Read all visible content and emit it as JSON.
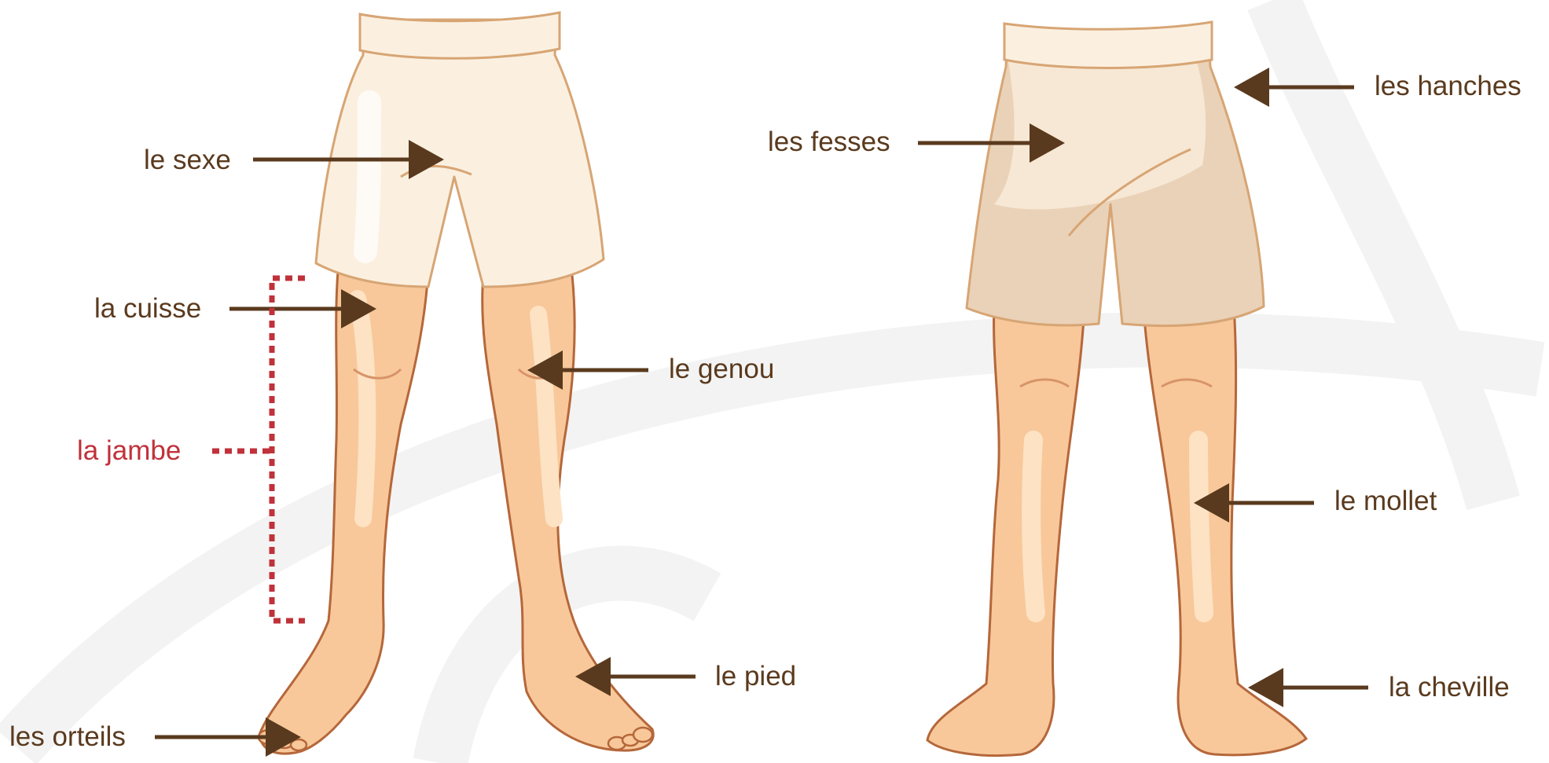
{
  "labels": {
    "sexe": "le sexe",
    "cuisse": "la cuisse",
    "jambe": "la jambe",
    "orteils": "les orteils",
    "genou": "le genou",
    "pied": "le pied",
    "fesses": "les fesses",
    "hanches": "les hanches",
    "mollet": "le mollet",
    "cheville": "la cheville"
  },
  "colors": {
    "label_text": "#5a3a1e",
    "arrow": "#5a3a1e",
    "highlight": "#c0323a",
    "skin": "#f8c89a",
    "skin_shade": "#efa978",
    "skin_outline": "#b5673a",
    "shorts_front": "#fbf0e0",
    "shorts_back": "#ead2b8",
    "shorts_outline": "#d7a574",
    "watermark": "#f3f3f3"
  }
}
